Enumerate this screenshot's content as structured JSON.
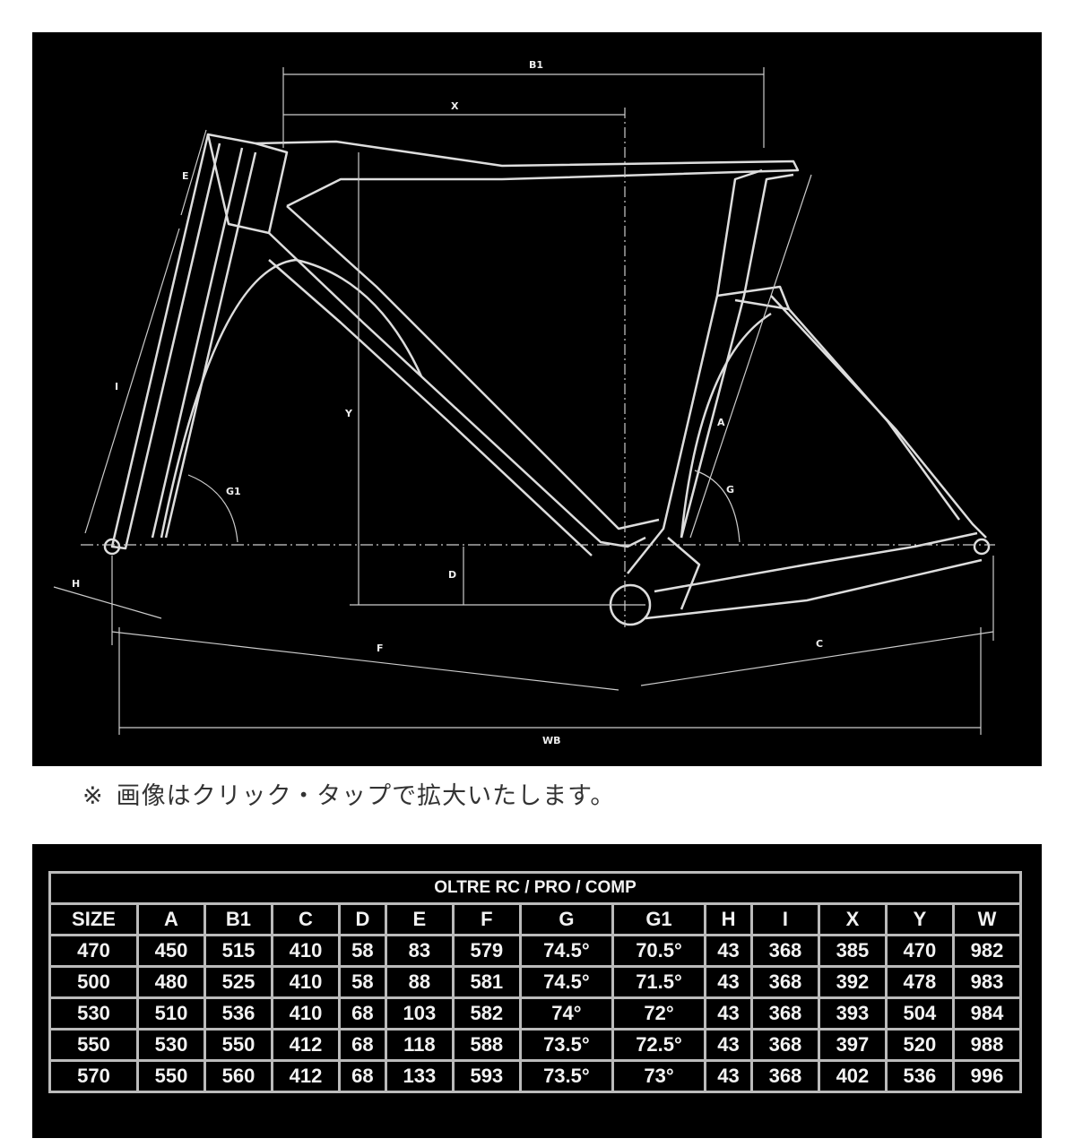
{
  "diagram": {
    "labels": {
      "B1": "B1",
      "X": "X",
      "E": "E",
      "I": "I",
      "Y": "Y",
      "G1": "G1",
      "G": "G",
      "A": "A",
      "D": "D",
      "H": "H",
      "F": "F",
      "C": "C",
      "WB": "WB"
    }
  },
  "caption": {
    "mark": "※",
    "text": "画像はクリック・タップで拡大いたします。"
  },
  "table": {
    "title": "OLTRE RC / PRO / COMP",
    "headers": [
      "SIZE",
      "A",
      "B1",
      "C",
      "D",
      "E",
      "F",
      "G",
      "G1",
      "H",
      "I",
      "X",
      "Y",
      "W"
    ],
    "rows": [
      [
        "470",
        "450",
        "515",
        "410",
        "58",
        "83",
        "579",
        "74.5°",
        "70.5°",
        "43",
        "368",
        "385",
        "470",
        "982"
      ],
      [
        "500",
        "480",
        "525",
        "410",
        "58",
        "88",
        "581",
        "74.5°",
        "71.5°",
        "43",
        "368",
        "392",
        "478",
        "983"
      ],
      [
        "530",
        "510",
        "536",
        "410",
        "68",
        "103",
        "582",
        "74°",
        "72°",
        "43",
        "368",
        "393",
        "504",
        "984"
      ],
      [
        "550",
        "530",
        "550",
        "412",
        "68",
        "118",
        "588",
        "73.5°",
        "72.5°",
        "43",
        "368",
        "397",
        "520",
        "988"
      ],
      [
        "570",
        "550",
        "560",
        "412",
        "68",
        "133",
        "593",
        "73.5°",
        "73°",
        "43",
        "368",
        "402",
        "536",
        "996"
      ]
    ]
  }
}
